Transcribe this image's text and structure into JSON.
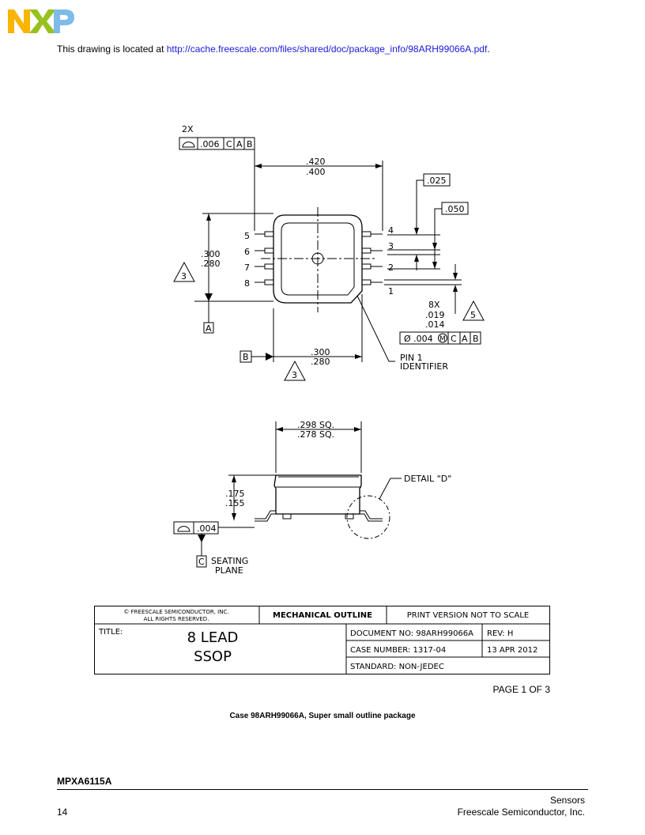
{
  "logo": {
    "text": "NXP",
    "colors": [
      "#f9b500",
      "#97c11f",
      "#7fbbe8"
    ]
  },
  "notice": {
    "prefix": "This drawing is located at ",
    "link": "http://cache.freescale.com/files/shared/doc/package_info/98ARH99066A.pdf",
    "suffix": "."
  },
  "top_view": {
    "fcf_count": "2X",
    "fcf_tol": ".006",
    "datum_c": "C",
    "datum_a": "A",
    "datum_b": "B",
    "width_max": ".420",
    "width_min": ".400",
    "dim_025": ".025",
    "dim_050": ".050",
    "pins_left": [
      "5",
      "6",
      "7",
      "8"
    ],
    "pins_right": [
      "4",
      "3",
      "2",
      "1"
    ],
    "height_max": ".300",
    "height_min": ".280",
    "note3": "3",
    "datum_a_label": "A",
    "lead_count": "8X",
    "lead_max": ".019",
    "lead_min": ".014",
    "note5": "5",
    "pos_tol": "Ø .004",
    "pos_mod": "M",
    "datum_b_label": "B",
    "body_max": ".300",
    "body_min": ".280",
    "pin1_line1": "PIN 1",
    "pin1_line2": "IDENTIFIER"
  },
  "side_view": {
    "sq_max": ".298 SQ.",
    "sq_min": ".278 SQ.",
    "detail": "DETAIL \"D\"",
    "h_max": ".175",
    "h_min": ".155",
    "flat_tol": ".004",
    "datum_c_label": "C",
    "seating_line1": "SEATING",
    "seating_line2": "PLANE"
  },
  "title_block": {
    "copyright_line1": "© FREESCALE SEMICONDUCTOR, INC.",
    "copyright_line2": "ALL RIGHTS RESERVED.",
    "mech_outline": "MECHANICAL OUTLINE",
    "print_version": "PRINT VERSION NOT TO SCALE",
    "title_label": "TITLE:",
    "title_line1": "8 LEAD",
    "title_line2": "SSOP",
    "doc_no": "DOCUMENT NO: 98ARH99066A",
    "rev": "REV: H",
    "case_no": "CASE NUMBER: 1317-04",
    "date": "13 APR 2012",
    "standard": "STANDARD: NON-JEDEC"
  },
  "page": "PAGE 1 OF 3",
  "caption": "Case 98ARH99066A, Super small outline package",
  "part_number": "MPXA6115A",
  "footer": {
    "category": "Sensors",
    "company": "Freescale Semiconductor, Inc.",
    "page_number": "14"
  }
}
